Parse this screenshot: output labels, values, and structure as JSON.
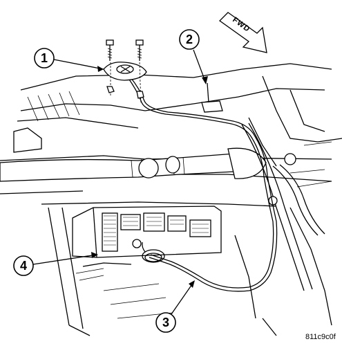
{
  "direction_arrow": {
    "label": "FWD"
  },
  "callouts": [
    {
      "id": "callout-1",
      "number": "1"
    },
    {
      "id": "callout-2",
      "number": "2"
    },
    {
      "id": "callout-3",
      "number": "3"
    },
    {
      "id": "callout-4",
      "number": "4"
    }
  ],
  "figure_id": "811c9c0f"
}
